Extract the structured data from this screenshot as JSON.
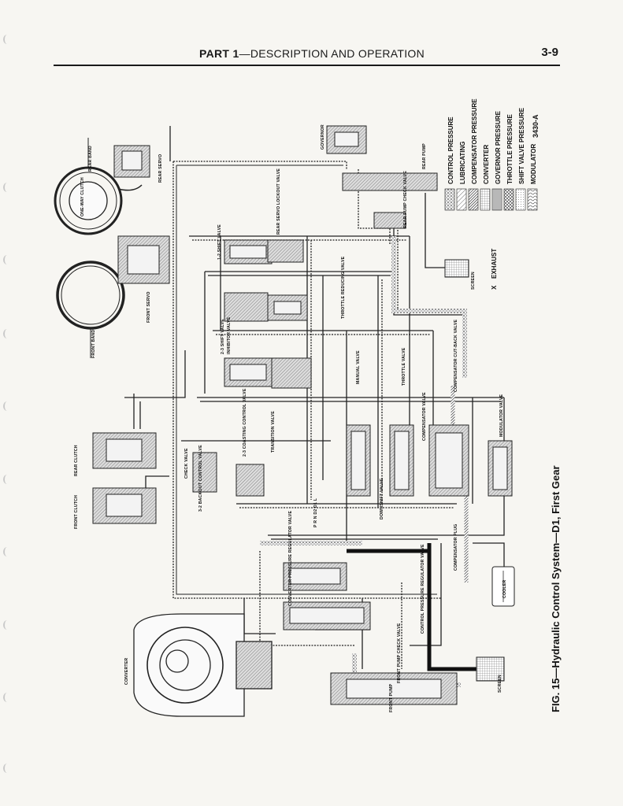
{
  "header": {
    "part_label": "PART 1",
    "title": "—DESCRIPTION AND OPERATION",
    "page_number": "3-9"
  },
  "figure": {
    "id": "3430-A",
    "caption": "FIG. 15—Hydraulic Control System—D1, First Gear"
  },
  "legend": {
    "items": [
      {
        "label": "CONTROL PRESSURE",
        "pattern": "dots"
      },
      {
        "label": "LUBRICATING",
        "pattern": "hatch-light"
      },
      {
        "label": "COMPENSATOR PRESSURE",
        "pattern": "hatch-dense"
      },
      {
        "label": "CONVERTER",
        "pattern": "grid"
      },
      {
        "label": "GOVERNOR PRESSURE",
        "pattern": "vlines"
      },
      {
        "label": "THROTTLE PRESSURE",
        "pattern": "cross"
      },
      {
        "label": "SHIFT VALVE PRESSURE",
        "pattern": "light-dots"
      },
      {
        "label": "MODULATOR",
        "pattern": "wave"
      }
    ],
    "exhaust_label": "EXHAUST",
    "exhaust_symbol": "X"
  },
  "components": {
    "rear_band": "REAR BAND",
    "one_way_clutch": "ONE-WAY CLUTCH",
    "rear_servo": "REAR SERVO",
    "governor": "GOVERNOR",
    "rear_pump": "REAR PUMP",
    "rear_pump_check_valve": "REAR PUMP CHECK VALVE",
    "screen_top": "SCREEN",
    "front_band": "FRONT BAND",
    "front_servo": "FRONT SERVO",
    "shift_valve_12": "1-2 SHIFT VALVE",
    "rear_servo_lockout": "REAR SERVO LOCKOUT VALVE",
    "shift_valve_23": "2-3 SHIFT VALVE",
    "inhibitor_valve": "INHIBITOR VALVE",
    "throttle_reducing": "THROTTLE REDUCING VALVE",
    "manual_valve": "MANUAL VALVE",
    "throttle_valve": "THROTTLE VALVE",
    "compensator_cutback": "COMPENSATOR CUT-BACK VALVE",
    "compensator_valve": "COMPENSATOR VALVE",
    "modulator_valve": "MODULATOR VALVE",
    "rear_clutch": "REAR CLUTCH",
    "check_valve": "CHECK VALVE",
    "coasting_control": "2-3 COASTING CONTROL VALVE",
    "transition_valve": "TRANSITION VALVE",
    "front_clutch": "FRONT CLUTCH",
    "backout_control": "3-2 BACKOUT CONTROL VALVE",
    "selector_positions": "P R N D2 D1 L",
    "downshift_valve": "DOWNSHIFT VALVE",
    "compensator_plug": "COMPENSATOR PLUG",
    "cooler": "COOLER",
    "converter_pressure_regulator": "CONVERTER PRESSURE REGULATOR VALVE",
    "control_pressure_regulator": "CONTROL PRESSURE REGULATOR VALVE",
    "converter": "CONVERTER",
    "front_pump_check_valve": "FRONT PUMP CHECK VALVE",
    "front_pump": "FRONT PUMP",
    "screen_bottom": "SCREEN"
  }
}
